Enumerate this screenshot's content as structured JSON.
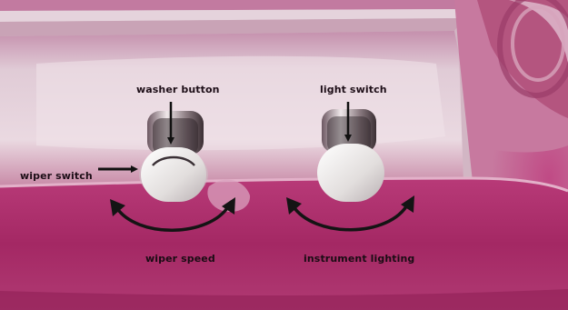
{
  "labels": {
    "washer_button": "washer button",
    "light_switch": "light switch",
    "wiper_switch": "wiper switch",
    "wiper_speed": "wiper speed",
    "instrument_lighting": "instrument lighting"
  },
  "colors": {
    "panel_magenta": "#b2326f",
    "panel_light": "#d9bfcc",
    "arrow": "#111111",
    "knob": "#e8e4e2"
  },
  "icons": {
    "wiper_knob": "wiper-switch-knob-icon",
    "light_knob": "light-switch-knob-icon",
    "rotation_arrows": "curved-double-arrow-icon"
  }
}
